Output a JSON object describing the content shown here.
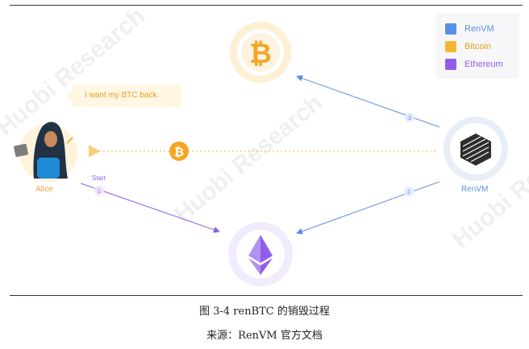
{
  "legend": [
    {
      "label": "RenVM",
      "color": "#5b8fe4"
    },
    {
      "label": "Bitcoin",
      "color": "#f4b732"
    },
    {
      "label": "Ethereum",
      "color": "#8f5ee8"
    }
  ],
  "speech_text": "I want my BTC back.",
  "labels": {
    "alice": "Alice",
    "renvm": "RenVM",
    "start": "Start",
    "step1": "1",
    "step2": "2",
    "step3": "3"
  },
  "caption": {
    "title": "图 3-4 renBTC 的销毁过程",
    "source": "来源：RenVM 官方文档"
  },
  "watermark": "Huobi Research",
  "colors": {
    "renvm_arrow": "#5b8fe4",
    "bitcoin": "#f4b732",
    "ethereum_arrow": "#8f5ee8",
    "alice_label": "#f0a640"
  }
}
